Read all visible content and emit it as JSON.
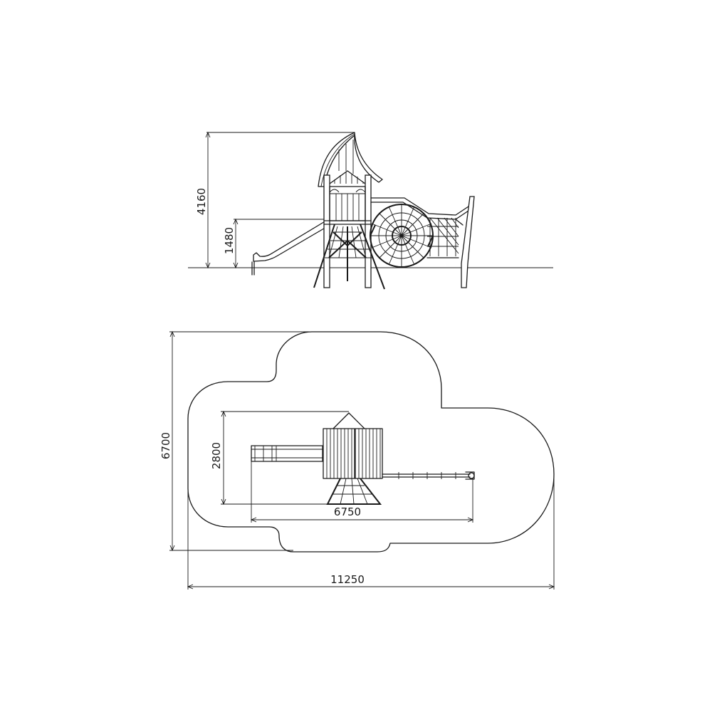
{
  "elevation": {
    "dimensions": {
      "total_height": "4160",
      "platform_height": "1480"
    }
  },
  "plan": {
    "dimensions": {
      "safety_depth": "6700",
      "equipment_depth": "2800",
      "equipment_length": "6750",
      "safety_length": "11250"
    }
  },
  "colors": {
    "line": "#1a1a1a",
    "background": "#ffffff"
  }
}
